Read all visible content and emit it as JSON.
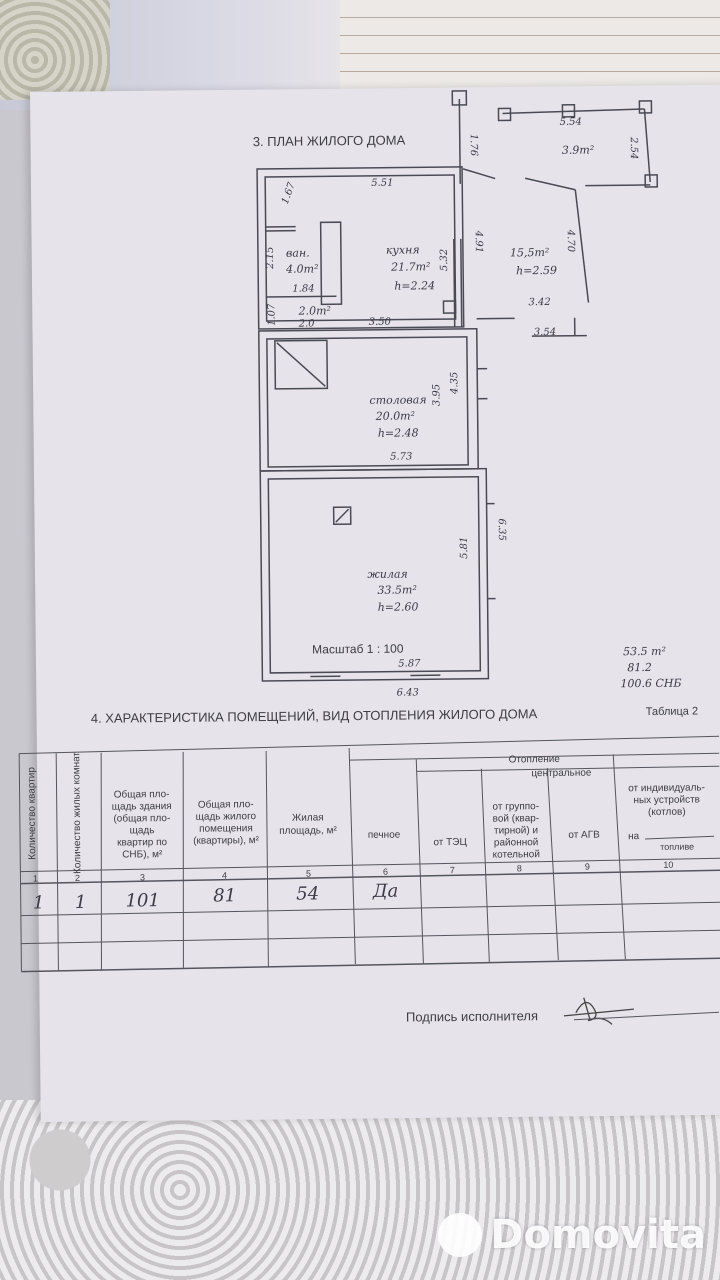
{
  "plan": {
    "title": "3. ПЛАН ЖИЛОГО ДОМА",
    "scale": "Масштаб 1 : 100",
    "dims": {
      "top_wall": "5.51",
      "kitchen_height": "5.32",
      "kitchen_bottom": "3.50",
      "wc_side": "1.67",
      "bath_side": "2.15",
      "bath_width": "1.84",
      "small_side": "1.07",
      "small_width": "2.0",
      "porch": "1.76",
      "veranda_top": "5.54",
      "veranda_side": "2.54",
      "veranda_left": "4.91",
      "veranda_right": "4.70",
      "veranda_b1": "3.42",
      "veranda_b2": "3.54",
      "dining_side": "4.35",
      "dining_width": "5.73",
      "dining_inner": "3.95",
      "living_side": "5.81",
      "living_out": "6.35",
      "living_width": "5.87",
      "outer_width": "6.43"
    },
    "rooms": {
      "bath": [
        "ван.",
        "4.0m²"
      ],
      "wc": "2.0m²",
      "kitchen": [
        "кухня",
        "21.7m²",
        "h=2.24"
      ],
      "veranda": [
        "15,5m²",
        "h=2.59"
      ],
      "porch": "3.9m²",
      "dining": [
        "столовая",
        "20.0m²",
        "h=2.48"
      ],
      "living": [
        "жилая",
        "33.5m²",
        "h=2.60"
      ]
    },
    "note": [
      "53.5 m²",
      "81.2",
      "100.6 СНБ"
    ]
  },
  "table": {
    "title": "4. ХАРАКТЕРИСТИКА ПОМЕЩЕНИЙ, ВИД ОТОПЛЕНИЯ ЖИЛОГО ДОМА",
    "label": "Таблица 2",
    "heating": "Отопление",
    "central": "центральное",
    "headers": [
      "Количество квартир",
      "Количество жилых комнат",
      [
        "Общая пло-",
        "щадь здания",
        "(общая пло-",
        "щадь",
        "квартир по",
        "СНБ), м²"
      ],
      [
        "Общая пло-",
        "щадь жилого",
        "помещения",
        "(квартиры), м²"
      ],
      [
        "Жилая",
        "площадь, м²"
      ],
      "печное",
      "от ТЭЦ",
      [
        "от группо-",
        "вой (квар-",
        "тирной) и",
        "районной",
        "котельной"
      ],
      "от АГВ",
      [
        "от индивидуаль-",
        "ных устройств",
        "(котлов)"
      ]
    ],
    "fuel_prefix": "на",
    "fuel_label": "топливе",
    "numbers": [
      "1",
      "2",
      "3",
      "4",
      "5",
      "6",
      "7",
      "8",
      "9",
      "10"
    ],
    "row": [
      "1",
      "1",
      "101",
      "81",
      "54",
      "Да",
      "",
      "",
      "",
      ""
    ],
    "signature_label": "Подпись исполнителя"
  },
  "watermark": "Domovita"
}
